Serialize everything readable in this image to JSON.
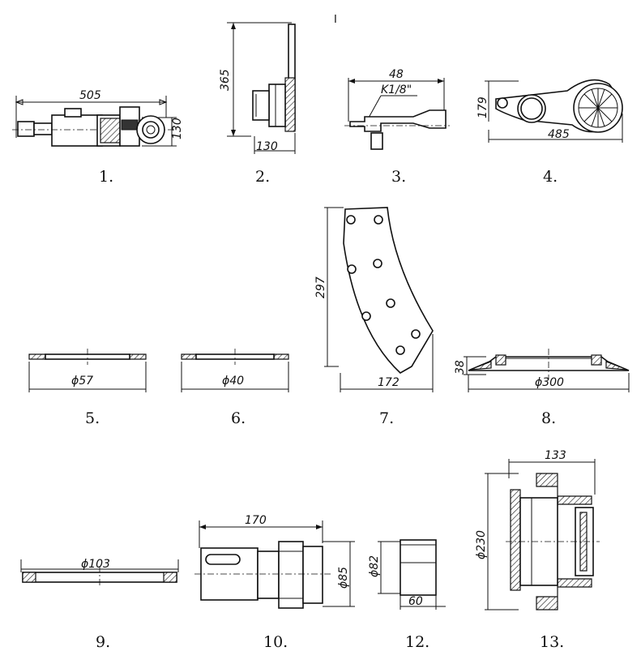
{
  "top_mark": "I",
  "parts": [
    {
      "number": "1.",
      "dims": [
        "505",
        "130"
      ]
    },
    {
      "number": "2.",
      "dims": [
        "365",
        "130"
      ]
    },
    {
      "number": "3.",
      "dims": [
        "48",
        "K1/8\""
      ]
    },
    {
      "number": "4.",
      "dims": [
        "179",
        "485"
      ]
    },
    {
      "number": "5.",
      "dims": [
        "ϕ57"
      ]
    },
    {
      "number": "6.",
      "dims": [
        "ϕ40"
      ]
    },
    {
      "number": "7.",
      "dims": [
        "297",
        "172"
      ]
    },
    {
      "number": "8.",
      "dims": [
        "38",
        "ϕ300"
      ]
    },
    {
      "number": "9.",
      "dims": [
        "ϕ103"
      ]
    },
    {
      "number": "10.",
      "dims": [
        "170",
        "ϕ85"
      ]
    },
    {
      "number": "12.",
      "dims": [
        "ϕ82",
        "60"
      ]
    },
    {
      "number": "13.",
      "dims": [
        "133",
        "ϕ230"
      ]
    }
  ]
}
